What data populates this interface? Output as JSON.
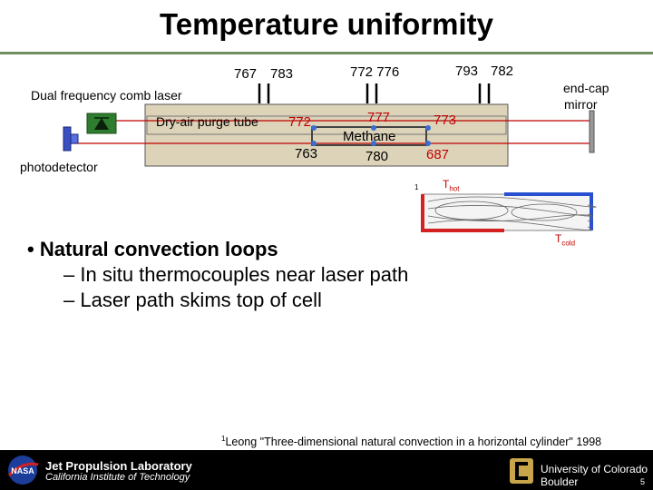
{
  "slide": {
    "title": "Temperature uniformity"
  },
  "diagram": {
    "laser_label": "Dual frequency comb laser",
    "purge_label": "Dry-air purge tube",
    "endcap_line1": "end-cap",
    "endcap_line2": "mirror",
    "detector_label": "photodetector",
    "gas_label": "Methane",
    "tc_top_left": "767",
    "tc_top_left2": "783",
    "tc_top_mid": "772 776",
    "tc_top_right": "793",
    "tc_top_right2": "782",
    "tc_772": "772",
    "tc_777": "777",
    "tc_773": "773",
    "tc_763": "763",
    "tc_780": "780",
    "tc_687": "687",
    "colors": {
      "cell": "#ddd3b9",
      "beam": "#c00000",
      "detector": "#3a4fc0",
      "laser": "#2e7d2e"
    }
  },
  "convection": {
    "ref_mark": "1",
    "t_hot": "T",
    "t_hot_sub": "hot",
    "t_cold": "T",
    "t_cold_sub": "cold",
    "colors": {
      "hot": "#d42020",
      "cold": "#2850d0"
    }
  },
  "bullets": {
    "main": "Natural convection loops",
    "sub1": "In situ thermocouples near laser path",
    "sub2": "Laser path skims top of cell"
  },
  "footnote": {
    "sup": "1",
    "text": "Leong \"Three-dimensional natural convection in a horizontal cylinder\" 1998"
  },
  "footer": {
    "jpl_line1": "Jet Propulsion Laboratory",
    "jpl_line2": "California Institute of Technology",
    "nasa_logo": "NASA",
    "cu_line1": "University of Colorado",
    "cu_line2": "Boulder",
    "page": "5"
  }
}
